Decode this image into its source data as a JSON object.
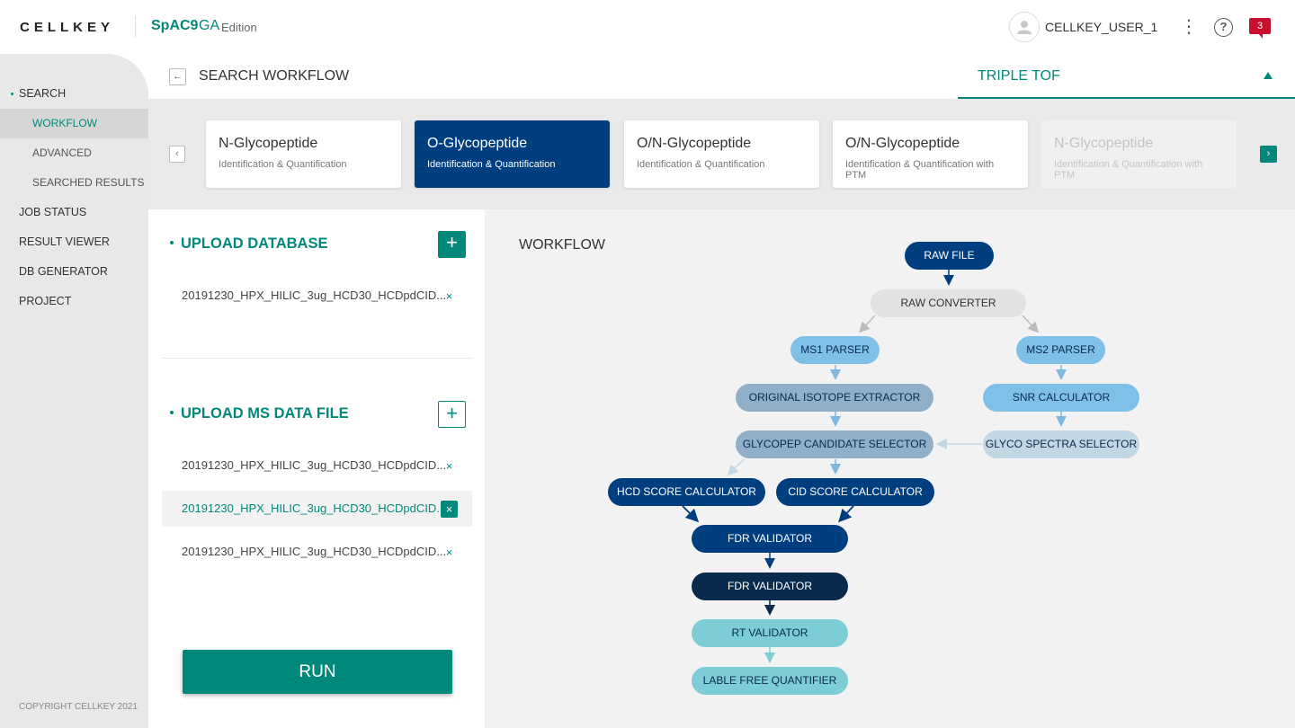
{
  "header": {
    "logo": "CELLKEY",
    "app_name": "SpAC9",
    "app_ga": "GA",
    "app_edition": "Edition",
    "username": "CELLKEY_USER_1",
    "more": "⋮",
    "help": "?",
    "notification_count": "3"
  },
  "sidebar": {
    "items": [
      {
        "label": "SEARCH"
      },
      {
        "label": "WORKFLOW"
      },
      {
        "label": "ADVANCED"
      },
      {
        "label": "SEARCHED RESULTS"
      },
      {
        "label": "JOB STATUS"
      },
      {
        "label": "RESULT VIEWER"
      },
      {
        "label": "DB GENERATOR"
      },
      {
        "label": "PROJECT"
      }
    ],
    "copyright": "COPYRIGHT CELLKEY 2021"
  },
  "page": {
    "back": "←",
    "title": "SEARCH WORKFLOW",
    "instrument": "TRIPLE TOF"
  },
  "cards": {
    "prev": "‹",
    "next": "›",
    "items": [
      {
        "title": "N-Glycopeptide",
        "subtitle": "Identification & Quantification"
      },
      {
        "title": "O-Glycopeptide",
        "subtitle": "Identification & Quantification"
      },
      {
        "title": "O/N-Glycopeptide",
        "subtitle": "Identification & Quantification"
      },
      {
        "title": "O/N-Glycopeptide",
        "subtitle": "Identification & Quantification with PTM"
      },
      {
        "title": "N-Glycopeptide",
        "subtitle": "Identification & Quantification with PTM"
      }
    ]
  },
  "upload": {
    "database_title": "UPLOAD DATABASE",
    "ms_title": "UPLOAD MS DATA FILE",
    "add": "+",
    "remove": "×",
    "database_files": [
      "20191230_HPX_HILIC_3ug_HCD30_HCDpdCID..."
    ],
    "ms_files": [
      "20191230_HPX_HILIC_3ug_HCD30_HCDpdCID...",
      "20191230_HPX_HILIC_3ug_HCD30_HCDpdCID...",
      "20191230_HPX_HILIC_3ug_HCD30_HCDpdCID..."
    ],
    "run": "RUN"
  },
  "workflow": {
    "title": "WORKFLOW",
    "nodes": {
      "raw_file": "RAW FILE",
      "raw_converter": "RAW CONVERTER",
      "ms1_parser": "MS1 PARSER",
      "ms2_parser": "MS2 PARSER",
      "isotope_extractor": "ORIGINAL ISOTOPE EXTRACTOR",
      "snr_calculator": "SNR CALCULATOR",
      "candidate_selector": "GLYCOPEP CANDIDATE SELECTOR",
      "spectra_selector": "GLYCO SPECTRA SELECTOR",
      "hcd_score": "HCD SCORE CALCULATOR",
      "cid_score": "CID SCORE CALCULATOR",
      "fdr_validator_1": "FDR VALIDATOR",
      "fdr_validator_2": "FDR VALIDATOR",
      "rt_validator": "RT VALIDATOR",
      "quantifier": "LABLE FREE QUANTIFIER"
    }
  },
  "colors": {
    "accent": "#00897b",
    "navy": "#003f7f",
    "dark_navy": "#0a2a4d",
    "sky": "#7fc0e8",
    "steel": "#8fb0c8",
    "pale_blue": "#c2d6e3",
    "teal_light": "#7ccdd6",
    "badge": "#c8102e"
  }
}
